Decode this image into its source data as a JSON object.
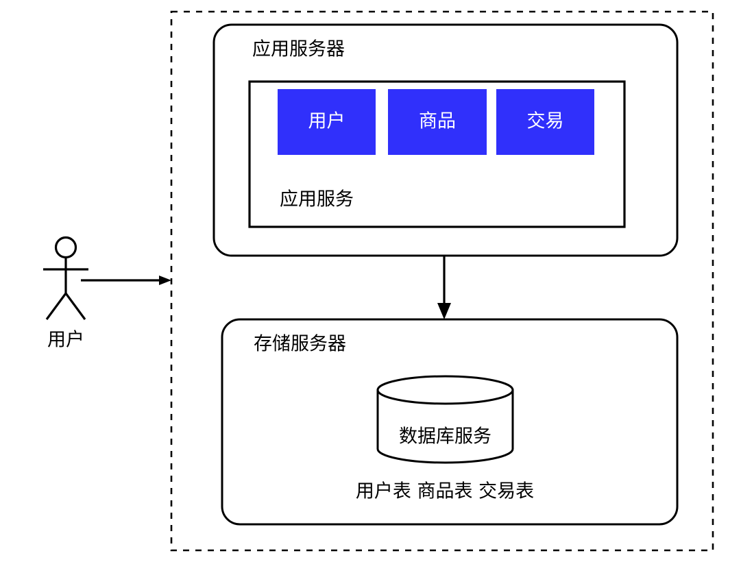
{
  "diagram": {
    "type": "deployment-diagram",
    "title": "",
    "colors": {
      "component_fill": "#3030FB",
      "component_text": "#FFFFFF",
      "stroke": "#000000",
      "background": "#FFFFFF"
    },
    "system_boundary": {
      "style": "dashed",
      "label": ""
    },
    "actor": {
      "label": "用户",
      "icon": "stick-figure-actor"
    },
    "connections": [
      {
        "from": "用户",
        "to": "应用服务器",
        "label": "",
        "direction": "right"
      },
      {
        "from": "应用服务器",
        "to": "存储服务器",
        "label": "",
        "direction": "down"
      }
    ],
    "nodes": [
      {
        "id": "app-server",
        "label": "应用服务器",
        "inner": {
          "id": "app-service",
          "label": "应用服务",
          "components": [
            {
              "id": "component-user",
              "label": "用户"
            },
            {
              "id": "component-product",
              "label": "商品"
            },
            {
              "id": "component-transaction",
              "label": "交易"
            }
          ]
        }
      },
      {
        "id": "storage-server",
        "label": "存储服务器",
        "database": {
          "id": "database-service",
          "label": "数据库服务",
          "shape": "cylinder"
        },
        "tables_label": "用户表 商品表 交易表",
        "tables": [
          "用户表",
          "商品表",
          "交易表"
        ]
      }
    ]
  }
}
